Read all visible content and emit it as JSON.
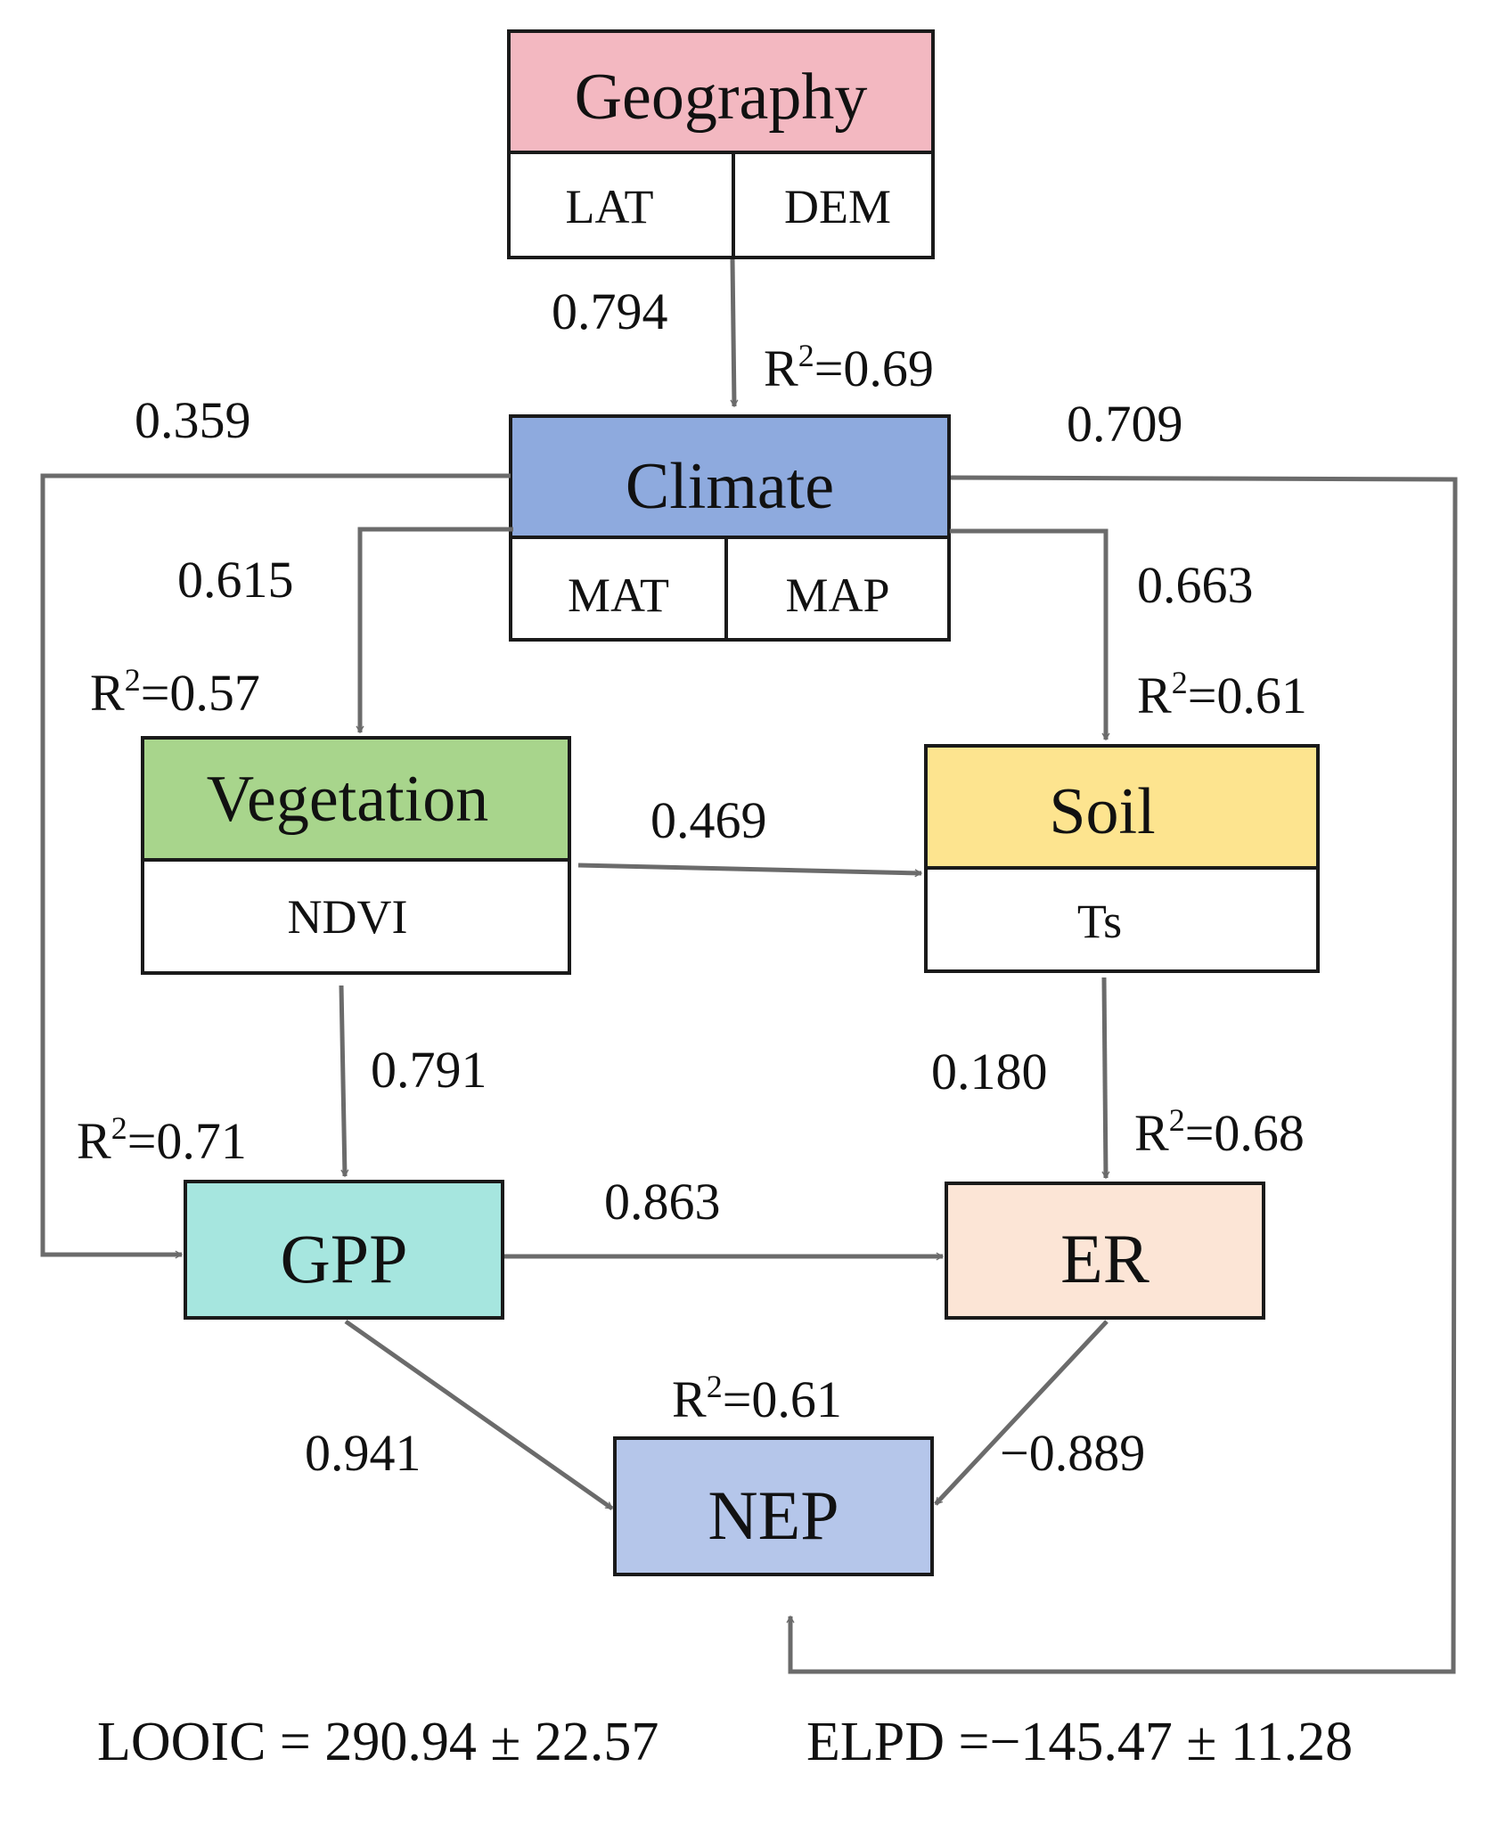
{
  "nodes": {
    "geography": {
      "title": "Geography",
      "vars": [
        "LAT",
        "DEM"
      ],
      "color": "#f3b8c1"
    },
    "climate": {
      "title": "Climate",
      "vars": [
        "MAT",
        "MAP"
      ],
      "color": "#8eaade"
    },
    "vegetation": {
      "title": "Vegetation",
      "vars": [
        "NDVI"
      ],
      "color": "#a8d58c"
    },
    "soil": {
      "title": "Soil",
      "vars": [
        "Ts"
      ],
      "color": "#fde48f"
    },
    "gpp": {
      "title": "GPP",
      "color": "#a6e6df"
    },
    "er": {
      "title": "ER",
      "color": "#fce5d6"
    },
    "nep": {
      "title": "NEP",
      "color": "#b5c6ea"
    }
  },
  "coefficients": {
    "geography_climate": "0.794",
    "climate_gpp": "0.359",
    "climate_nep": "0.709",
    "climate_vegetation": "0.615",
    "climate_soil": "0.663",
    "vegetation_soil": "0.469",
    "vegetation_gpp": "0.791",
    "soil_er": "0.180",
    "gpp_er": "0.863",
    "gpp_nep": "0.941",
    "er_nep": "−0.889"
  },
  "r2": {
    "climate": "0.69",
    "vegetation": "0.57",
    "soil": "0.61",
    "gpp": "0.71",
    "er": "0.68",
    "nep": "0.61"
  },
  "r2_prefix": "R",
  "r2_sup": "2",
  "r2_eq": "=",
  "footer": {
    "looic": "LOOIC = 290.94 ± 22.57",
    "elpd": "ELPD =−145.47 ± 11.28"
  },
  "colors": {
    "arrow": "#6b6b6b",
    "border": "#1a1a1a"
  }
}
